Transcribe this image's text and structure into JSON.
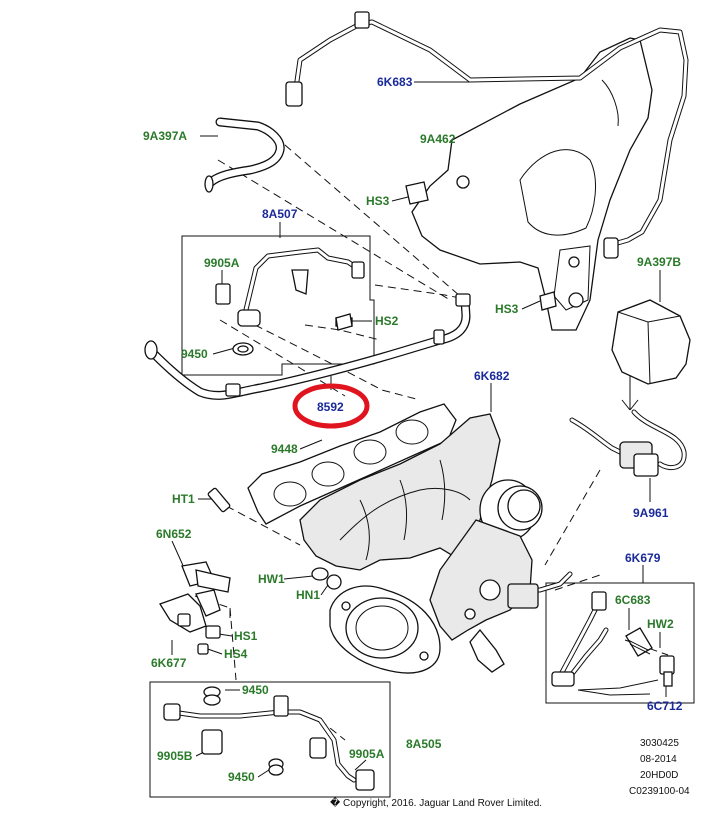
{
  "labels": {
    "l_6K683": "6K683",
    "l_9A397A": "9A397A",
    "l_9A462": "9A462",
    "l_HS3_top": "HS3",
    "l_8A507": "8A507",
    "l_9905A_top": "9905A",
    "l_HS2": "HS2",
    "l_9450_top": "9450",
    "l_9A397B": "9A397B",
    "l_HS3_mid": "HS3",
    "l_8592": "8592",
    "l_6K682": "6K682",
    "l_9448": "9448",
    "l_HT1": "HT1",
    "l_9A961": "9A961",
    "l_6N652": "6N652",
    "l_6K679": "6K679",
    "l_HW1": "HW1",
    "l_HN1": "HN1",
    "l_6C683": "6C683",
    "l_HW2": "HW2",
    "l_HS1": "HS1",
    "l_HS4": "HS4",
    "l_6K677": "6K677",
    "l_6C712": "6C712",
    "l_9450_b1": "9450",
    "l_9905B": "9905B",
    "l_8A505": "8A505",
    "l_9905A_bot": "9905A",
    "l_9450_b2": "9450"
  },
  "meta": {
    "ref_number": "3030425",
    "date": "08-2014",
    "code": "20HD0D",
    "drawing_id": "C0239100-04",
    "copyright": "� Copyright, 2016. Jaguar Land Rover Limited."
  },
  "colors": {
    "label_green": "#2a7a2a",
    "label_blue": "#1a2a9a",
    "highlight_red": "#e0141e"
  }
}
